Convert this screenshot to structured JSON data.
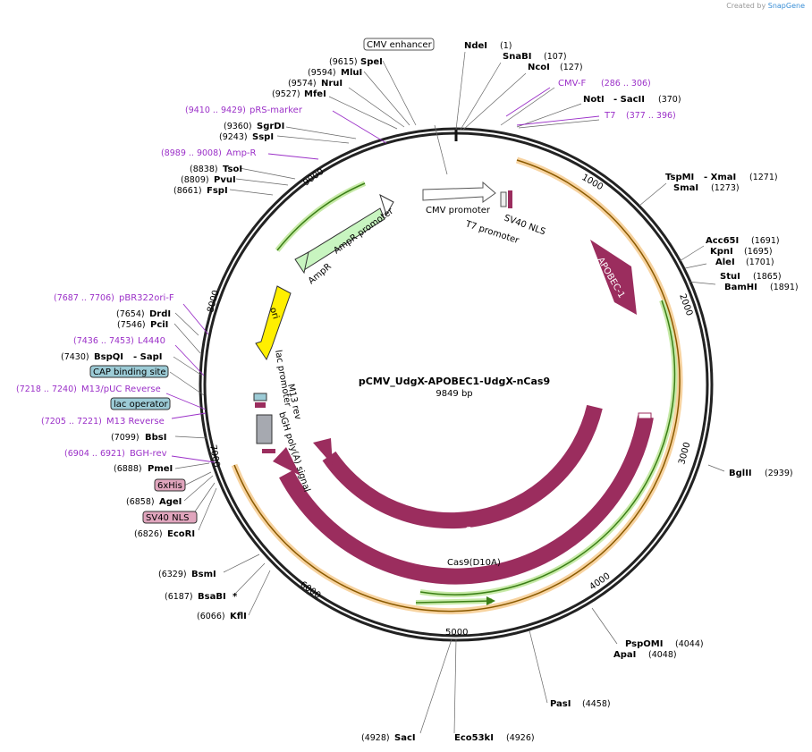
{
  "credit": {
    "prefix": "Created by",
    "brand": "SnapGene"
  },
  "plasmid": {
    "name": "pCMV_UdgX-APOBEC1-UdgX-nCas9",
    "size_label": "9849 bp"
  },
  "ticks": [
    "1000",
    "2000",
    "3000",
    "4000",
    "5000",
    "6000",
    "7000",
    "8000",
    "9000"
  ],
  "sites_right": [
    {
      "name": "NdeI",
      "pos": "(1)"
    },
    {
      "name": "SnaBI",
      "pos": "(107)"
    },
    {
      "name": "NcoI",
      "pos": "(127)"
    },
    {
      "name": "CMV-F",
      "pos": "(286 .. 306)"
    },
    {
      "name": "NotI",
      "name2": "- SacII",
      "pos": "(370)"
    },
    {
      "name": "T7",
      "pos": "(377 .. 396)"
    },
    {
      "name": "TspMI",
      "name2": "- XmaI",
      "pos": "(1271)"
    },
    {
      "name": "SmaI",
      "pos": "(1273)"
    },
    {
      "name": "Acc65I",
      "pos": "(1691)"
    },
    {
      "name": "KpnI",
      "pos": "(1695)"
    },
    {
      "name": "AleI",
      "pos": "(1701)"
    },
    {
      "name": "StuI",
      "pos": "(1865)"
    },
    {
      "name": "BamHI",
      "pos": "(1891)"
    },
    {
      "name": "BglII",
      "pos": "(2939)"
    },
    {
      "name": "PspOMI",
      "pos": "(4044)"
    },
    {
      "name": "ApaI",
      "pos": "(4048)"
    },
    {
      "name": "PasI",
      "pos": "(4458)"
    },
    {
      "name": "Eco53kI",
      "pos": "(4926)"
    }
  ],
  "sites_left": [
    {
      "name": "CMV enhancer",
      "pos": ""
    },
    {
      "name": "SpeI",
      "pos": "(9615)"
    },
    {
      "name": "MluI",
      "pos": "(9594)"
    },
    {
      "name": "NruI",
      "pos": "(9574)"
    },
    {
      "name": "MfeI",
      "pos": "(9527)"
    },
    {
      "name": "pRS-marker",
      "pos": "(9410 .. 9429)"
    },
    {
      "name": "SgrDI",
      "pos": "(9360)"
    },
    {
      "name": "SspI",
      "pos": "(9243)"
    },
    {
      "name": "Amp-R",
      "pos": "(8989 .. 9008)"
    },
    {
      "name": "TsoI",
      "pos": "(8838)"
    },
    {
      "name": "PvuI",
      "pos": "(8809)"
    },
    {
      "name": "FspI",
      "pos": "(8661)"
    },
    {
      "name": "pBR322ori-F",
      "pos": "(7687 .. 7706)"
    },
    {
      "name": "DrdI",
      "pos": "(7654)"
    },
    {
      "name": "PciI",
      "pos": "(7546)"
    },
    {
      "name": "L4440",
      "pos": "(7436 .. 7453)"
    },
    {
      "name": "BspQI",
      "name2": "- SapI",
      "pos": "(7430)"
    },
    {
      "name": "CAP binding site",
      "pos": ""
    },
    {
      "name": "M13/pUC Reverse",
      "pos": "(7218 .. 7240)"
    },
    {
      "name": "lac operator",
      "pos": ""
    },
    {
      "name": "M13 Reverse",
      "pos": "(7205 .. 7221)"
    },
    {
      "name": "BbsI",
      "pos": "(7099)"
    },
    {
      "name": "BGH-rev",
      "pos": "(6904 .. 6921)"
    },
    {
      "name": "PmeI",
      "pos": "(6888)"
    },
    {
      "name": "6xHis",
      "pos": ""
    },
    {
      "name": "AgeI",
      "pos": "(6858)"
    },
    {
      "name": "SV40 NLS",
      "pos": ""
    },
    {
      "name": "EcoRI",
      "pos": "(6826)"
    },
    {
      "name": "BsmI",
      "pos": "(6329)"
    },
    {
      "name": "BsaBI",
      "name2": "*",
      "pos": "(6187)"
    },
    {
      "name": "KflI",
      "pos": "(6066)"
    },
    {
      "name": "SacI",
      "pos": "(4928)"
    }
  ],
  "features": {
    "cmv_promoter": "CMV promoter",
    "t7_promoter": "T7 promoter",
    "sv40_nls": "SV40 NLS",
    "apobec": "APOBEC-1",
    "ampr": "AmpR",
    "ampr_promoter": "AmpR promoter",
    "ori": "ori",
    "lac_promoter": "lac promoter",
    "m13_rev": "M13 rev",
    "bgh": "bGH poly(A) signal",
    "cas9": "Cas9",
    "cas9_d10a": "Cas9(D10A)"
  },
  "colors": {
    "backbone": "#222222",
    "primer": "#9b30c8",
    "cds": "#9b2d5e",
    "orange": "#f3c17a",
    "green": "#4a9a1a",
    "ampr": "#c8f5c0",
    "ori": "#ffef00",
    "cap": "#9ccbd6",
    "nls": "#e0a5bd"
  }
}
